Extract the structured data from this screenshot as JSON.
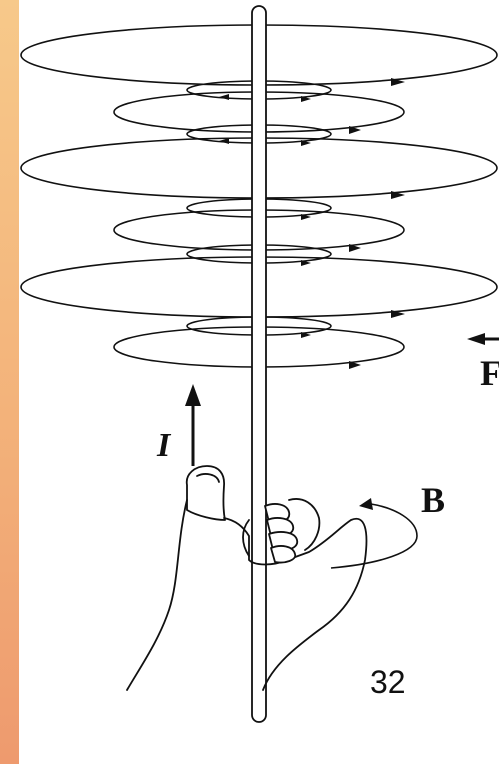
{
  "labels": {
    "current": "I",
    "field": "B",
    "field_cut_off": "F"
  },
  "page_number": "32",
  "colors": {
    "border_gradient_top": "#f7c98a",
    "border_gradient_bottom": "#ee9a6e",
    "ink": "#111111",
    "paper": "#ffffff"
  },
  "icons": {
    "hand": "right-hand-grip-icon",
    "current_arrow": "arrow-up-icon",
    "rotation_arrow": "curved-arrow-icon"
  }
}
